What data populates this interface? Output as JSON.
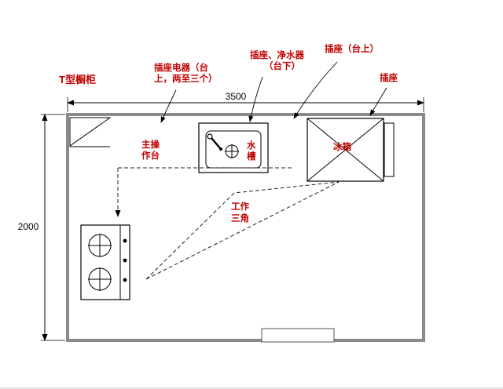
{
  "colors": {
    "label_red": "#bf0000",
    "line_black": "#000000",
    "wall_gray": "#8a8a8a"
  },
  "title": "T型橱柜",
  "dimensions": {
    "width": "3500",
    "height": "2000"
  },
  "labels": {
    "socket_appliance_line1": "插座电器（台",
    "socket_appliance_line2": "上，两至三个）",
    "socket_purifier_line1": "插座、净水器",
    "socket_purifier_line2": "（台下）",
    "socket_countertop": "插座（台上）",
    "socket": "插座",
    "main_counter_line1": "主操",
    "main_counter_line2": "作台",
    "sink_line1": "水",
    "sink_line2": "槽",
    "fridge": "冰箱",
    "work_triangle_line1": "工作",
    "work_triangle_line2": "三角"
  }
}
